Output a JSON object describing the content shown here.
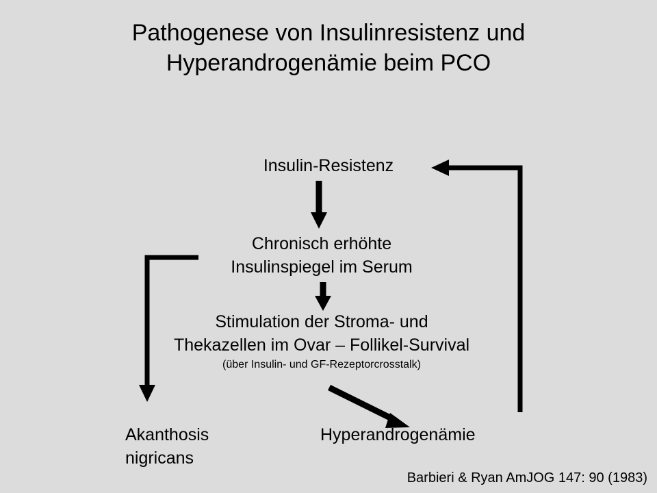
{
  "title": {
    "line1": "Pathogenese von Insulinresistenz und",
    "line2": "Hyperandrogenämie beim PCO"
  },
  "nodes": {
    "insulin_resistance": "Insulin-Resistenz",
    "chronic_line1": "Chronisch erhöhte",
    "chronic_line2": "Insulinspiegel im Serum",
    "stimulation_line1": "Stimulation der Stroma- und",
    "stimulation_line2": "Thekazellen im Ovar – Follikel-Survival",
    "stimulation_note": "(über Insulin- und GF-Rezeptorcrosstalk)",
    "akanthosis_line1": "Akanthosis",
    "akanthosis_line2": "nigricans",
    "hyperandrogenemia": "Hyperandrogenämie"
  },
  "citation": "Barbieri & Ryan AmJOG 147: 90 (1983)",
  "colors": {
    "background": "#dcdcdc",
    "text": "#000000",
    "arrows": "#000000"
  }
}
